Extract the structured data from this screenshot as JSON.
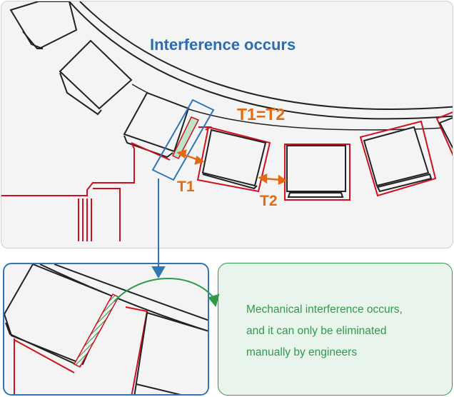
{
  "top": {
    "title": "Interference occurs",
    "equation": "T1=T2",
    "t1_label": "T1",
    "t2_label": "T2"
  },
  "note": {
    "line1": "Mechanical interference occurs,",
    "line2": "and it can only be eliminated",
    "line3": "manually by engineers"
  },
  "colors": {
    "title_blue": "#2a6db5",
    "label_orange": "#e46a12",
    "outline_red": "#d0101e",
    "frame_blue": "#2e76b8",
    "note_green": "#2e9a4a",
    "hatch_green": "#2f9a4c"
  }
}
